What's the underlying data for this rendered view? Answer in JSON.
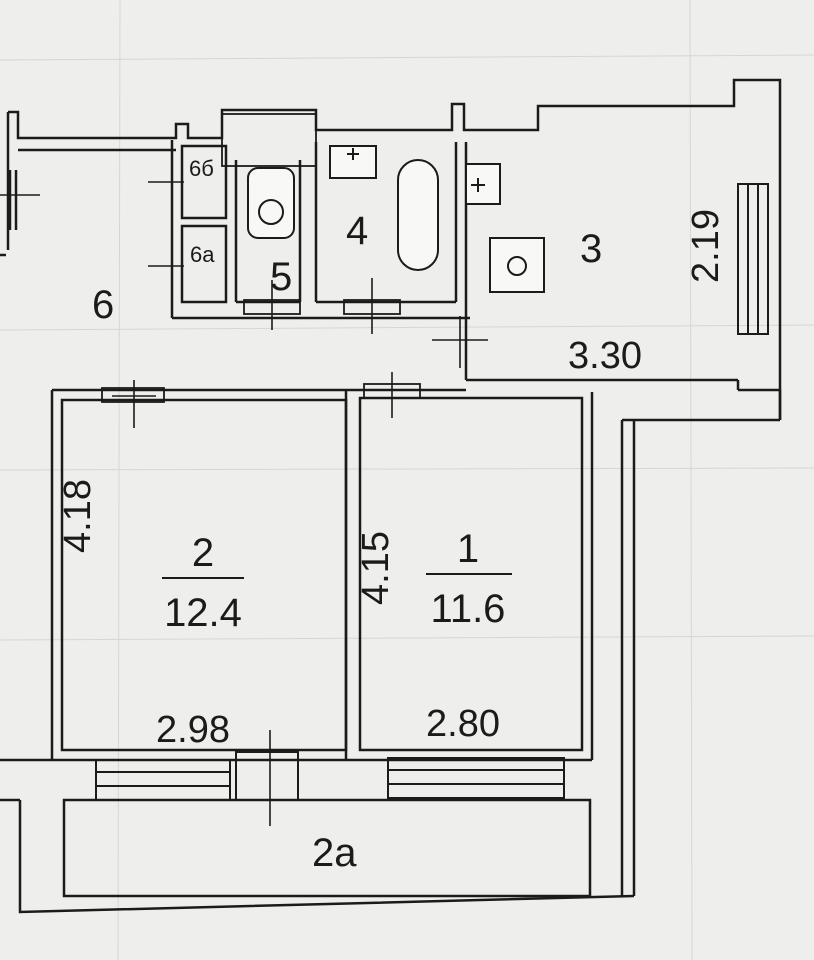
{
  "rooms": {
    "r1": {
      "number": "1",
      "area": "11.6"
    },
    "r2": {
      "number": "2",
      "area": "12.4"
    },
    "r2a": {
      "number": "2a"
    },
    "r3": {
      "number": "3"
    },
    "r4": {
      "number": "4"
    },
    "r5": {
      "number": "5"
    },
    "r6": {
      "number": "6"
    },
    "r6a": {
      "number": "6a"
    },
    "r6b": {
      "number": "6б"
    }
  },
  "dimensions": {
    "r1_height": "4.15",
    "r1_width": "2.80",
    "r2_height": "4.18",
    "r2_width": "2.98",
    "r3_height": "2.19",
    "r3_width": "3.30"
  },
  "colors": {
    "paper": "#eeeeec",
    "ink": "#1b1b1b",
    "fixture_fill": "#f8f8f6"
  }
}
